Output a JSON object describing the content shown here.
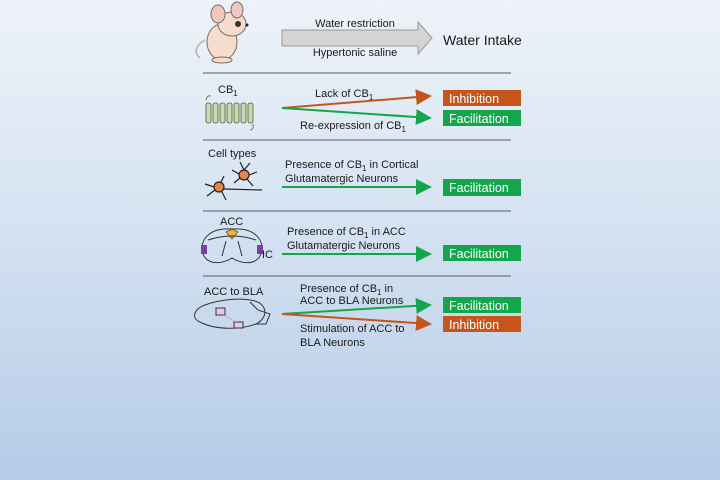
{
  "colors": {
    "inhibition": "#c4561c",
    "facilitation": "#14a64c",
    "divider": "#555a66",
    "arrow_gray": "#d4d4d4"
  },
  "top": {
    "icon": "mouse-icon",
    "arrow_top_label": "Water restriction",
    "arrow_bottom_label": "Hypertonic saline",
    "outcome": "Water Intake"
  },
  "rows": [
    {
      "label": "CB",
      "label_sub": "1",
      "icon": "cb1-receptor-icon",
      "arrows": [
        {
          "text": "Lack of CB",
          "sub": "1",
          "text2": "",
          "result": "Inhibition"
        },
        {
          "text": "Re-expression of CB",
          "sub": "1",
          "text2": "",
          "result": "Facilitation"
        }
      ]
    },
    {
      "label": "Cell types",
      "icon": "neurons-icon",
      "arrows": [
        {
          "text": "Presence of CB",
          "sub": "1",
          "text_after": " in Cortical",
          "text2": "Glutamatergic Neurons",
          "result": "Facilitation"
        }
      ]
    },
    {
      "label": "ACC",
      "label_ic": "IC",
      "icon": "coronal-brain-icon",
      "arrows": [
        {
          "text": "Presence of CB",
          "sub": "1",
          "text_after": " in ACC",
          "text2": "Glutamatergic Neurons",
          "result": "Facilitation"
        }
      ]
    },
    {
      "label": "ACC to BLA",
      "icon": "sagittal-brain-icon",
      "arrows": [
        {
          "text": "Presence of CB",
          "sub": "1",
          "text_after": " in",
          "text2": "ACC to BLA Neurons",
          "result": "Facilitation"
        },
        {
          "text": "Stimulation of ACC to",
          "text2": "BLA Neurons",
          "result": "Inhibition"
        }
      ]
    }
  ]
}
